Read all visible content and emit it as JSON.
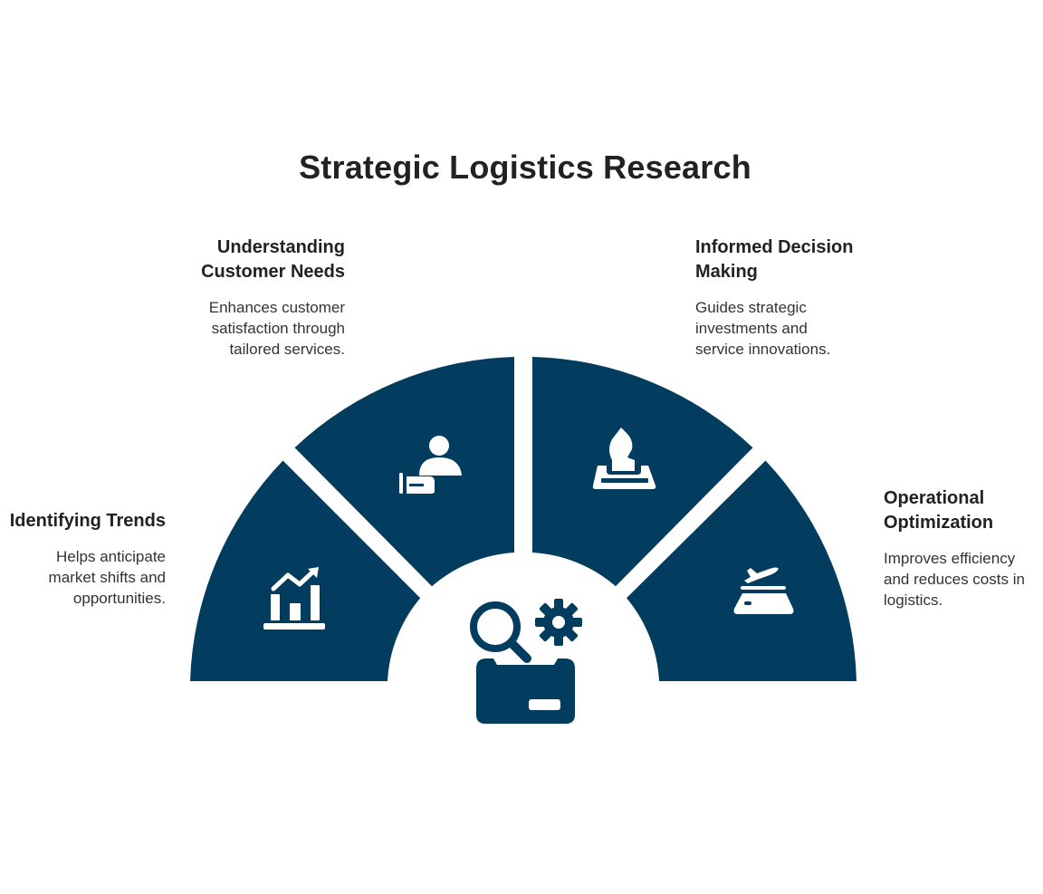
{
  "title": "Strategic Logistics Research",
  "colors": {
    "segment": "#023c5f",
    "icon": "#ffffff",
    "text": "#222222"
  },
  "center_icon": "research-logistics-icon",
  "segments": [
    {
      "id": "identifying-trends",
      "heading": "Identifying Trends",
      "description": "Helps anticipate\nmarket shifts and\nopportunities.",
      "icon": "trend-chart-icon"
    },
    {
      "id": "understanding-customer-needs",
      "heading": "Understanding\nCustomer Needs",
      "description": "Enhances customer\nsatisfaction through\ntailored services.",
      "icon": "customer-service-icon"
    },
    {
      "id": "informed-decision-making",
      "heading": "Informed Decision\nMaking",
      "description": "Guides strategic\ninvestments and\nservice innovations.",
      "icon": "chess-strategy-icon"
    },
    {
      "id": "operational-optimization",
      "heading": "Operational\nOptimization",
      "description": "Improves efficiency\nand reduces costs in\nlogistics.",
      "icon": "plane-runway-icon"
    }
  ]
}
